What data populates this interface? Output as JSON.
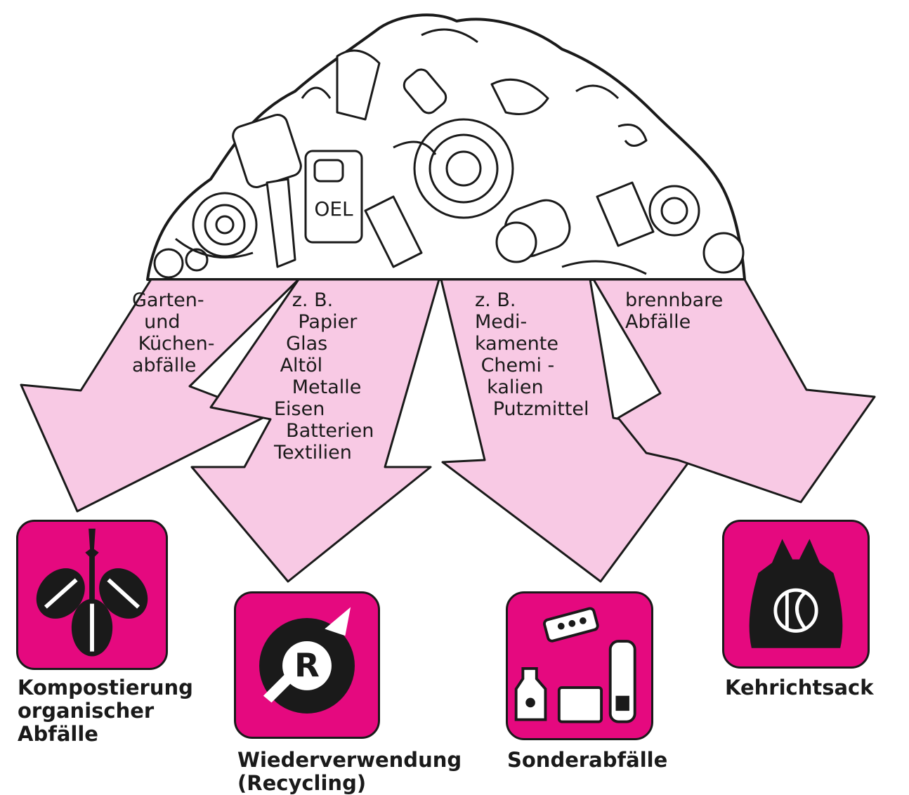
{
  "colors": {
    "arrow_fill": "#f8c9e4",
    "tile_fill": "#e5097f",
    "outline": "#1a1a1a"
  },
  "heap": {
    "icon": "waste-heap-illustration",
    "label": "OEL"
  },
  "arrows": [
    {
      "text": "Garten-\n  und\n Küchen-\nabfälle"
    },
    {
      "text": "   z. B.\n    Papier\n  Glas\n Altöl\n   Metalle\nEisen\n  Batterien\nTextilien"
    },
    {
      "text": "z. B.\nMedi-\nkamente\n Chemi -\n  kalien\n   Putzmittel"
    },
    {
      "text": "brennbare\nAbfälle"
    }
  ],
  "categories": [
    {
      "icon": "compost-leaves-icon",
      "caption": "Kompostierung\norganischer\nAbfälle"
    },
    {
      "icon": "recycling-icon",
      "caption": "Wiederverwendung\n(Recycling)",
      "symbol": "R"
    },
    {
      "icon": "hazardous-waste-icon",
      "caption": "Sonderabfälle"
    },
    {
      "icon": "garbage-bag-icon",
      "caption": "Kehrichtsack"
    }
  ]
}
